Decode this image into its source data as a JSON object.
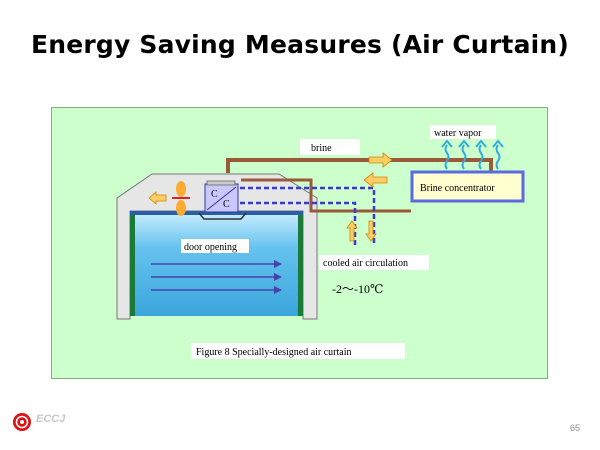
{
  "slide": {
    "title": "Energy Saving Measures (Air Curtain)",
    "page_number": "65"
  },
  "logo": {
    "text": "ECCJ"
  },
  "diagram": {
    "labels": {
      "brine": "brine",
      "water_vapor": "water vapor",
      "brine_concentrator": "Brine concentrator",
      "cooler_top": "C",
      "cooler_bottom": "C",
      "door_opening": "door opening",
      "cooled_air": "cooled air circulation",
      "temperature": "-2〜-10℃",
      "caption": "Figure 8 Specially-designed air curtain"
    },
    "colors": {
      "background": "#ccffcc",
      "brine_pipe": "#9a5a3a",
      "cooled_air_pipe": "#3a3acc",
      "arrow_fill": "#ffcc66",
      "vapor": "#33aadd",
      "door": "#44aadd",
      "door_frame": "#1a7a3a",
      "building": "#e6e6e6",
      "cooler": "#c8c8ff",
      "concentrator_fill": "#ffffd0",
      "concentrator_border": "#5a6ae0"
    }
  }
}
